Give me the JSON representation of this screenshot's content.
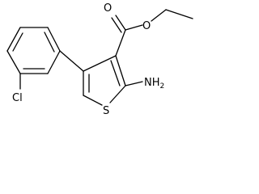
{
  "molecule": {
    "atoms": {
      "oxygen_carbonyl": "O",
      "oxygen_ester": "O",
      "sulfur": "S",
      "chlorine": "Cl",
      "amino_main": "NH",
      "amino_subscript": "2"
    }
  },
  "colors": {
    "bond": "#000000",
    "label": "#000000",
    "background": "#ffffff"
  }
}
